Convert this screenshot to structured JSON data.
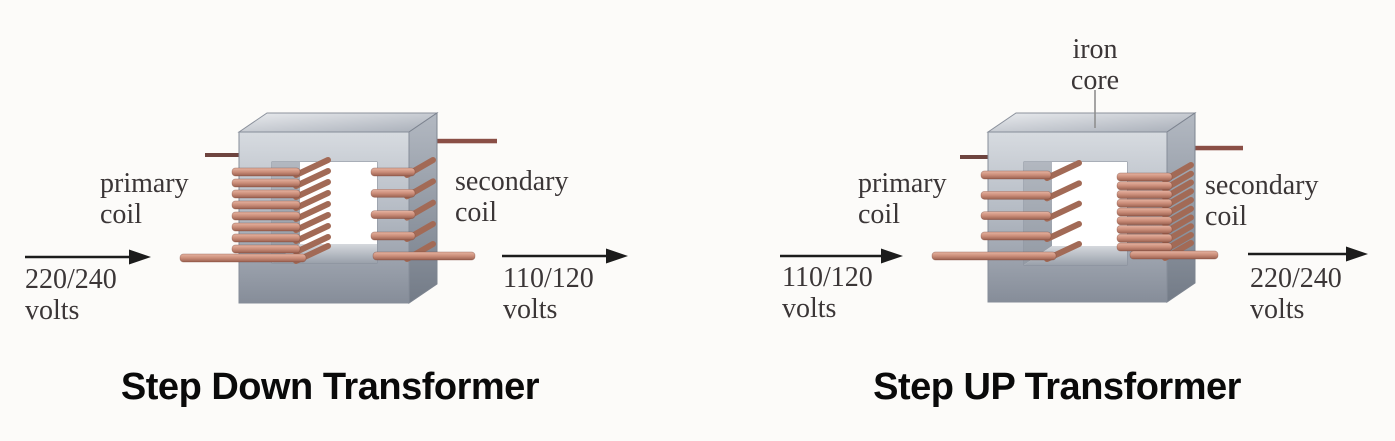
{
  "figure": {
    "description_labels_only": "two transformer diagrams"
  },
  "colors": {
    "background": "#fcfbf9",
    "core_light": "#d7dbe0",
    "core_mid": "#b6bcc5",
    "core_dark": "#868d99",
    "coil": "#cb8d79",
    "coil_highlight": "#e6b4a2",
    "coil_shadow": "#99604f",
    "coil_diagonal": "#a26a56",
    "lead_dark": "#6e443f",
    "lead_dark_right": "#8a4f46",
    "arrow": "#1c1c1c",
    "label_text": "#3b3637",
    "pointer_line": "#8f8f8f",
    "title_text": "#0a0a0a"
  },
  "panels": [
    {
      "id": "step-down",
      "title": "Step Down Transformer",
      "labels": {
        "primary": "primary\ncoil",
        "secondary": "secondary\ncoil",
        "input": "220/240\nvolts",
        "output": "110/120\nvolts"
      },
      "primary_turns": 9,
      "secondary_turns": 5
    },
    {
      "id": "step-up",
      "title": "Step UP Transformer",
      "labels": {
        "core": "iron\ncore",
        "primary": "primary\ncoil",
        "secondary": "secondary\ncoil",
        "input": "110/120\nvolts",
        "output": "220/240\nvolts"
      },
      "primary_turns": 5,
      "secondary_turns": 10
    }
  ]
}
